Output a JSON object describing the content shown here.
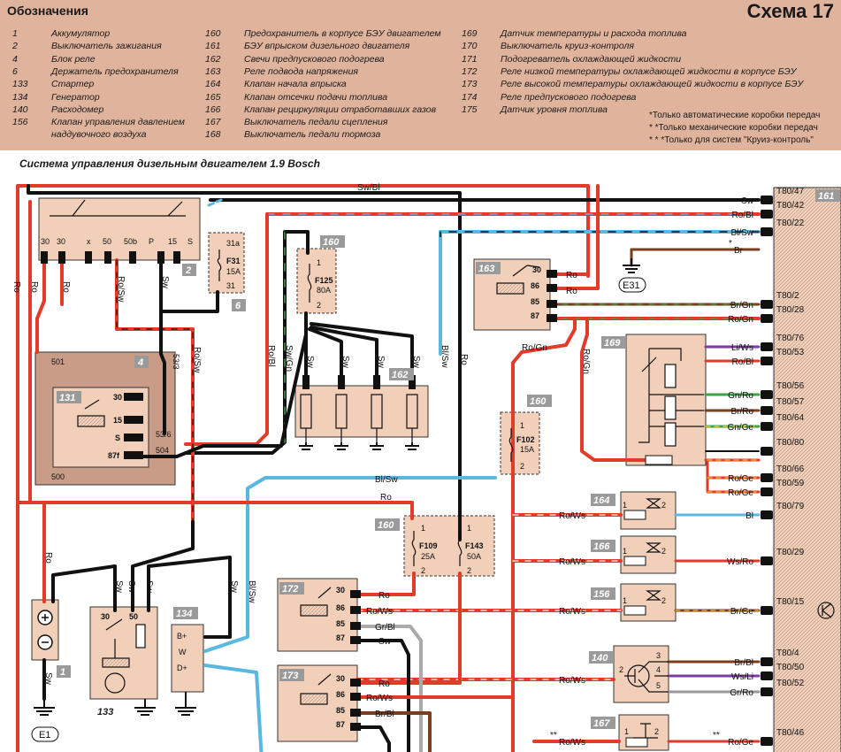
{
  "legend_title": "Обозначения",
  "scheme_title": "Схема 17",
  "legend_col1": [
    {
      "num": "1",
      "text": "Аккумулятор"
    },
    {
      "num": "2",
      "text": "Выключатель зажигания"
    },
    {
      "num": "4",
      "text": "Блок реле"
    },
    {
      "num": "6",
      "text": "Держатель предохранителя"
    },
    {
      "num": "133",
      "text": "Стартер"
    },
    {
      "num": "134",
      "text": "Генератор"
    },
    {
      "num": "140",
      "text": "Расходомер"
    },
    {
      "num": "156",
      "text": "Клапан управления давлением"
    },
    {
      "num": "",
      "text": "наддувочного воздуха"
    }
  ],
  "legend_col2": [
    {
      "num": "160",
      "text": "Предохранитель в корпусе БЭУ двигателем"
    },
    {
      "num": "161",
      "text": "БЭУ впрыском дизельного двигателя"
    },
    {
      "num": "162",
      "text": "Свечи предпускового подогрева"
    },
    {
      "num": "163",
      "text": "Реле подвода напряжения"
    },
    {
      "num": "164",
      "text": "Клапан начала впрыска"
    },
    {
      "num": "165",
      "text": "Клапан отсечки подачи топлива"
    },
    {
      "num": "166",
      "text": "Клапан рециркуляции отработавших газов"
    },
    {
      "num": "167",
      "text": "Выключатель педали сцепления"
    },
    {
      "num": "168",
      "text": "Выключатель педали тормоза"
    }
  ],
  "legend_col3": [
    {
      "num": "169",
      "text": "Датчик температуры и расхода топлива"
    },
    {
      "num": "170",
      "text": "Выключатель круиз-контроля"
    },
    {
      "num": "171",
      "text": "Подогреватель охлаждающей жидкости"
    },
    {
      "num": "172",
      "text": "Реле низкой температуры охлаждающей жидкости в корпусе БЭУ"
    },
    {
      "num": "173",
      "text": "Реле высокой температуры охлаждающей жидкости в корпусе БЭУ"
    },
    {
      "num": "174",
      "text": "Реле предпускового подогрева"
    },
    {
      "num": "175",
      "text": "Датчик уровня топлива"
    }
  ],
  "footnotes": [
    "*Только автоматические коробки передач",
    "* *Только механические коробки передач",
    "* * *Только для систем \"Круиз-контроль\""
  ],
  "subtitle": "Система управления дизельным двигателем 1.9 Bosch",
  "components": {
    "c1": "1",
    "c2": "2",
    "c4": "4",
    "c6": "6",
    "c131": "131",
    "c133": "133",
    "c134": "134",
    "c140": "140",
    "c156": "156",
    "c160a": "160",
    "c160b": "160",
    "c160c": "160",
    "c161": "161",
    "c162": "162",
    "c163": "163",
    "c164": "164",
    "c166": "166",
    "c167": "167",
    "c169": "169",
    "c172": "172",
    "c173": "173"
  },
  "ignition_terminals": [
    "30",
    "30",
    "x",
    "50",
    "50b",
    "P",
    "15",
    "S"
  ],
  "fuses": {
    "f31": {
      "name": "F31",
      "rating": "15A",
      "t_in": "31a",
      "t_out": "31"
    },
    "f125": {
      "name": "F125",
      "rating": "80A",
      "t_in": "1",
      "t_out": "2"
    },
    "f102": {
      "name": "F102",
      "rating": "15A",
      "t_in": "1",
      "t_out": "2"
    },
    "f109": {
      "name": "F109",
      "rating": "25A",
      "t_in": "1",
      "t_out": "2"
    },
    "f143": {
      "name": "F143",
      "rating": "50A",
      "t_in": "1",
      "t_out": "2"
    }
  },
  "relay_pins": {
    "p30": "30",
    "p86": "86",
    "p85": "85",
    "p87": "87",
    "p15": "15",
    "pS": "S",
    "p87f": "87f"
  },
  "relay_block": {
    "t501": "501",
    "t500": "500",
    "t504": "504",
    "t53_3": "53/3",
    "t53_6": "53/6"
  },
  "ground_e31": "E31",
  "ground_e1": "E1",
  "ecu_pins": [
    {
      "pin": "T80/47",
      "wire": "Sw"
    },
    {
      "pin": "T80/42",
      "wire": "Ro/Bl"
    },
    {
      "pin": "T80/22",
      "wire": "Bl/Sw"
    },
    {
      "pin": "T80/2",
      "wire": "Br/Gn"
    },
    {
      "pin": "T80/28",
      "wire": "Ro/Gn"
    },
    {
      "pin": "T80/76",
      "wire": "Li/Ws"
    },
    {
      "pin": "T80/53",
      "wire": "Ro/Bl"
    },
    {
      "pin": "T80/56",
      "wire": "Gn/Ro"
    },
    {
      "pin": "T80/57",
      "wire": "Br/Ro"
    },
    {
      "pin": "T80/64",
      "wire": "Gn/Ge"
    },
    {
      "pin": "T80/80",
      "wire": ""
    },
    {
      "pin": "T80/66",
      "wire": "Ro/Ge"
    },
    {
      "pin": "T80/59",
      "wire": "Ro/Ge"
    },
    {
      "pin": "T80/79",
      "wire": "Bl"
    },
    {
      "pin": "T80/29",
      "wire": "Ws/Ro"
    },
    {
      "pin": "T80/15",
      "wire": "Br/Ge"
    },
    {
      "pin": "T80/4",
      "wire": "Br/Bl"
    },
    {
      "pin": "T80/50",
      "wire": "Ws/Li"
    },
    {
      "pin": "T80/52",
      "wire": "Gr/Ro"
    },
    {
      "pin": "T80/46",
      "wire": "Ro/Ge"
    }
  ],
  "wire_labels": {
    "ro_left1": "Ro",
    "ro_left2": "Ro",
    "ro_left3": "Ro",
    "ro_sw_a": "Ro/Sw",
    "sw_a": "Sw",
    "sw_bl_top": "Sw/Bl",
    "ro_bl_v": "Ro/Bl",
    "sw_gn_v": "Sw/Gn",
    "bl_sw_v": "Bl/Sw",
    "ro_sw_b": "Ro/Sw",
    "ro_v": "Ro",
    "ro_163a": "Ro",
    "ro_163b": "Ro",
    "br_e31": "Br",
    "br_e31_star": "*",
    "sw_162a": "Sw",
    "sw_162b": "Sw",
    "sw_162c": "Sw",
    "sw_162d": "Sw",
    "ro_gn_a": "Ro/Gn",
    "ro_gn_b": "Ro/Gn",
    "bl_sw_mid": "Bl/Sw",
    "ro_mid": "Ro",
    "ro_ws_164": "Ro/Ws",
    "ro_ws_166": "Ro/Ws",
    "ro_ws_156": "Ro/Ws",
    "ro_ws_140": "Ro/Ws",
    "ro_ws_167": "Ro/Ws",
    "ro_left_v": "Ro",
    "sw_133a": "Sw",
    "sw_133b": "Sw",
    "sw_133c": "Sw",
    "sw_134": "Sw",
    "bl_sw_134": "Bl/Sw",
    "sw_bat": "Sw",
    "ro_172": "Ro",
    "ro_ws_172": "Ro/Ws",
    "gr_bl_172": "Gr/Bl",
    "sw_172": "Sw",
    "ro_173": "Ro",
    "ro_ws_173": "Ro/Ws",
    "br_bl_173": "Br/Bl",
    "dstar_167a": "**",
    "dstar_167b": "**"
  },
  "gen_pins": {
    "b": "B+",
    "w": "W",
    "d": "D+"
  },
  "starter_pins": {
    "p30": "30",
    "p50": "50"
  },
  "valve_pins": {
    "p1": "1",
    "p2": "2"
  },
  "meter_pins": {
    "p2": "2",
    "p3": "3",
    "p4": "4",
    "p5": "5"
  },
  "switch_pins": {
    "p1": "1",
    "p2": "2"
  },
  "colors": {
    "legend_bg": "#e0b39c",
    "comp_bg": "#f1cfb9",
    "red": "#e33a2a",
    "black": "#111111",
    "blue": "#5ab8e0",
    "gray_badge": "#9a9a9a"
  }
}
